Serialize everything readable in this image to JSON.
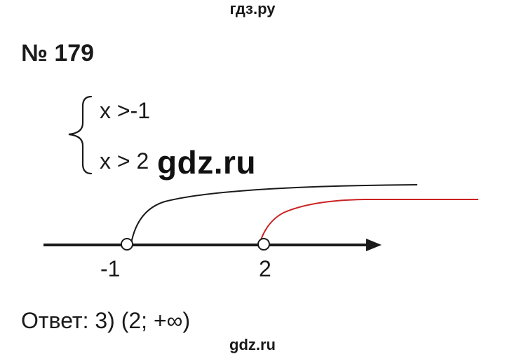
{
  "watermarks": {
    "top": "гдз.ру",
    "middle": "gdz.ru",
    "bottom": "gdz.ru"
  },
  "problem": {
    "number": "№ 179"
  },
  "system": {
    "inequality_1": "x >-1",
    "inequality_2": "x > 2"
  },
  "number_line": {
    "labels": [
      "-1",
      "2"
    ],
    "colors": {
      "axis": "#1a1a1a",
      "solution_x_gt_minus1": "#1a1a1a",
      "solution_x_gt_2": "#cc2222",
      "open_point_fill": "#ffffff"
    }
  },
  "answer": {
    "text": "Ответ: 3) (2; +∞)"
  }
}
